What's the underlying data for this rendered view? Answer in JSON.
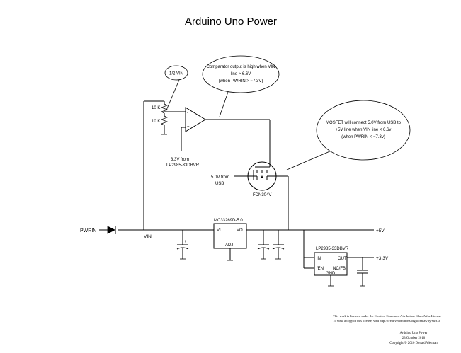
{
  "title": "Arduino Uno Power",
  "labels": {
    "half_vin": "1/2 VIN",
    "comparator_note": [
      "Comparator output is high when VIN",
      "line > 6.6V",
      "(when PWRIN > ~7.3V)"
    ],
    "r_top": "10 K",
    "r_bottom": "10 K",
    "ref_3v3": [
      "3.3V from",
      "LP2985-33DBVR"
    ],
    "mosfet_note": [
      "MOSFET will connect 5.0V from USB to",
      "+5V line when VIN line < 6.6v",
      "(when PWRIN < ~7.3v)"
    ],
    "usb_5v": [
      "5.0V from",
      "USB"
    ],
    "mosfet_part": "FDN304V",
    "pwrin": "PWRIN",
    "vin": "VIN",
    "plus5v": "+5V",
    "plus3v3": "+3.3V",
    "reg5_part": "MC33269D-5.0",
    "reg5_vi": "VI",
    "reg5_vo": "VO",
    "reg5_adj": "ADJ",
    "reg3_part": "LP2985-33DBVR",
    "reg3_in": "IN",
    "reg3_out": "OUT",
    "reg3_en": "/EN",
    "reg3_nc": "NC/FB",
    "reg3_gnd": "GND",
    "cap_polarity": "+"
  },
  "footer": {
    "license": [
      "This work is licensed under the Creative Commons Attribution-ShareAlike License",
      "To view a copy of this license, visit  http://creativecommons.org/licenses/by-sa/3.0/"
    ],
    "credit": [
      "Arduino Uno Power",
      "23 October 2010",
      "Copyright © 2010  Donald Weiman"
    ]
  }
}
